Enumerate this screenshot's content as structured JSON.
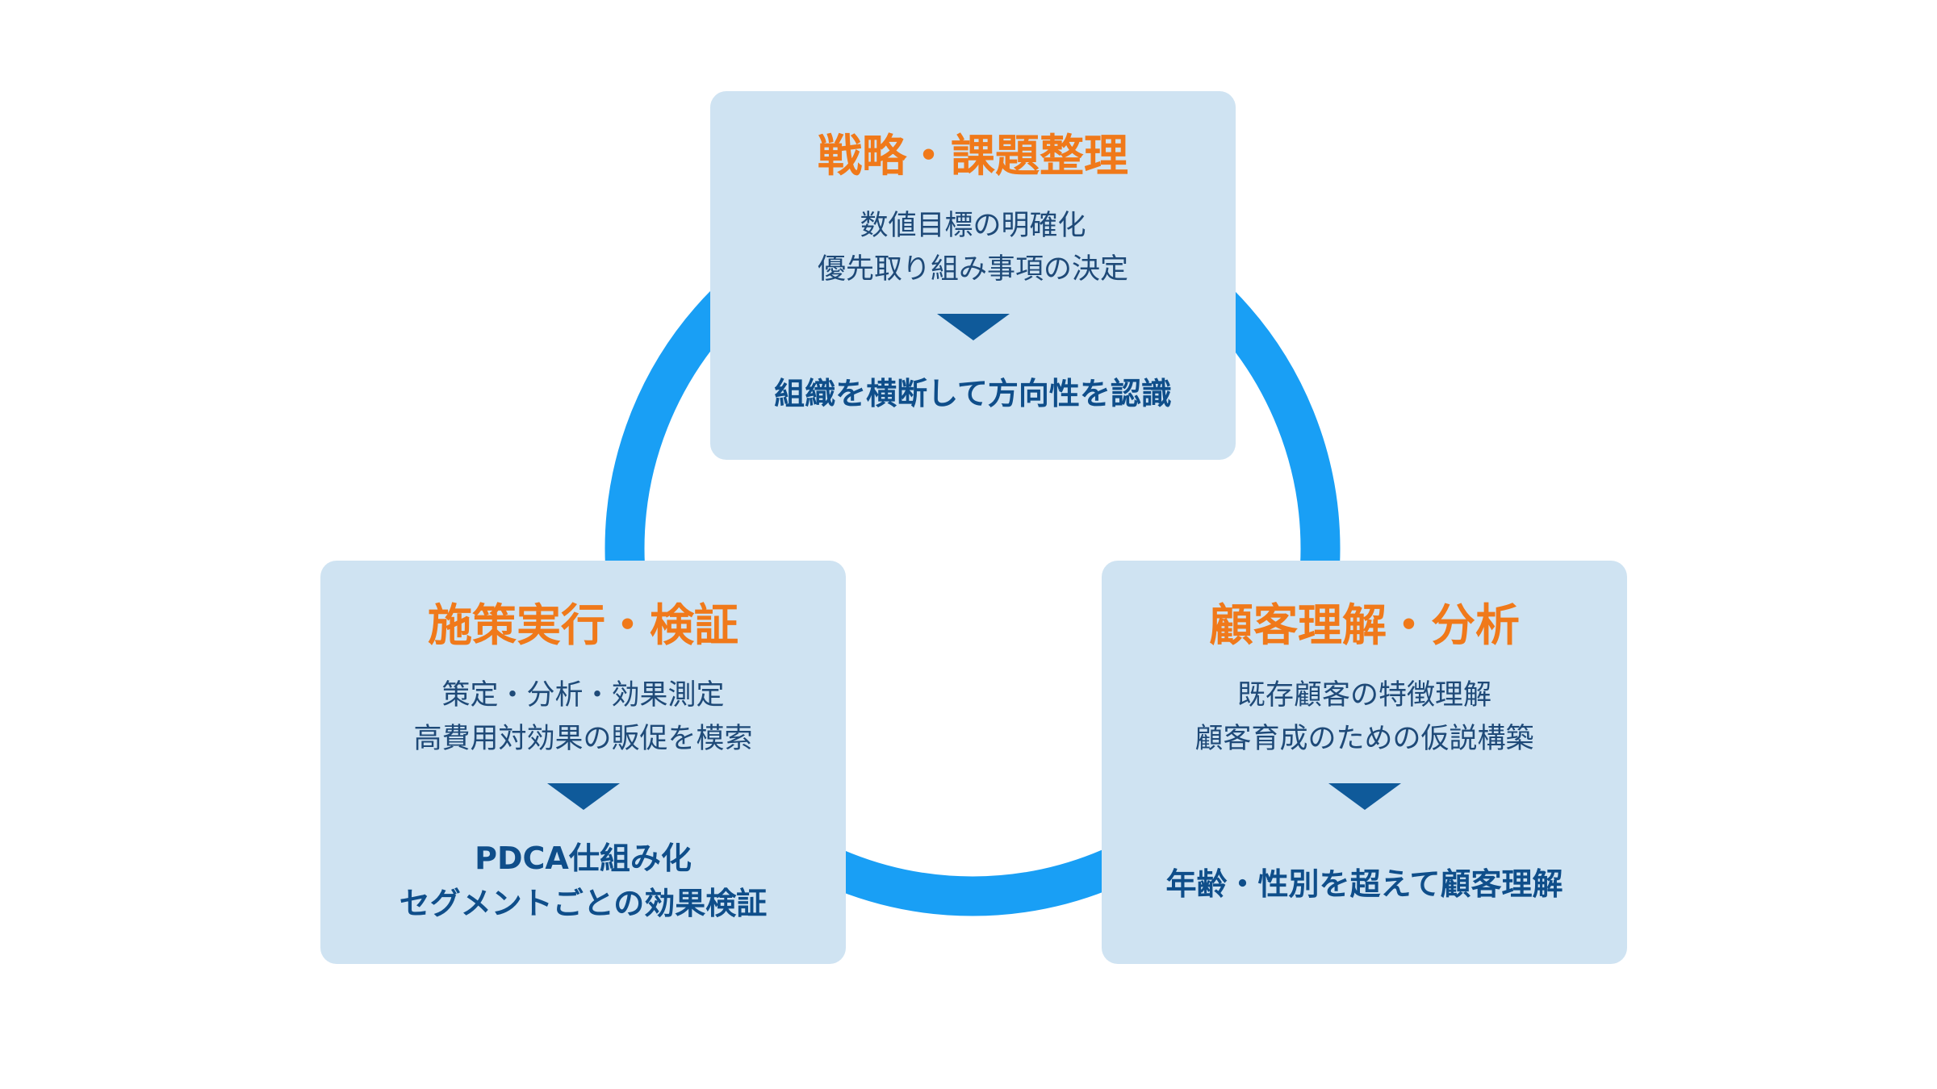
{
  "colors": {
    "ring": "#199ff5",
    "card_background": "#cfe3f2",
    "title": "#f0791a",
    "description": "#1f4a78",
    "arrow": "#0f5a9a",
    "result": "#0f4e8a"
  },
  "steps": [
    {
      "title": "戦略・課題整理",
      "lines": [
        "数値目標の明確化",
        "優先取り組み事項の決定"
      ],
      "result": [
        "組織を横断して方向性を認識"
      ]
    },
    {
      "title": "顧客理解・分析",
      "lines": [
        "既存顧客の特徴理解",
        "顧客育成のための仮説構築"
      ],
      "result": [
        "年齢・性別を超えて顧客理解"
      ]
    },
    {
      "title": "施策実行・検証",
      "lines": [
        "策定・分析・効果測定",
        "高費用対効果の販促を模索"
      ],
      "result": [
        "PDCA仕組み化",
        "セグメントごとの効果検証"
      ]
    }
  ]
}
